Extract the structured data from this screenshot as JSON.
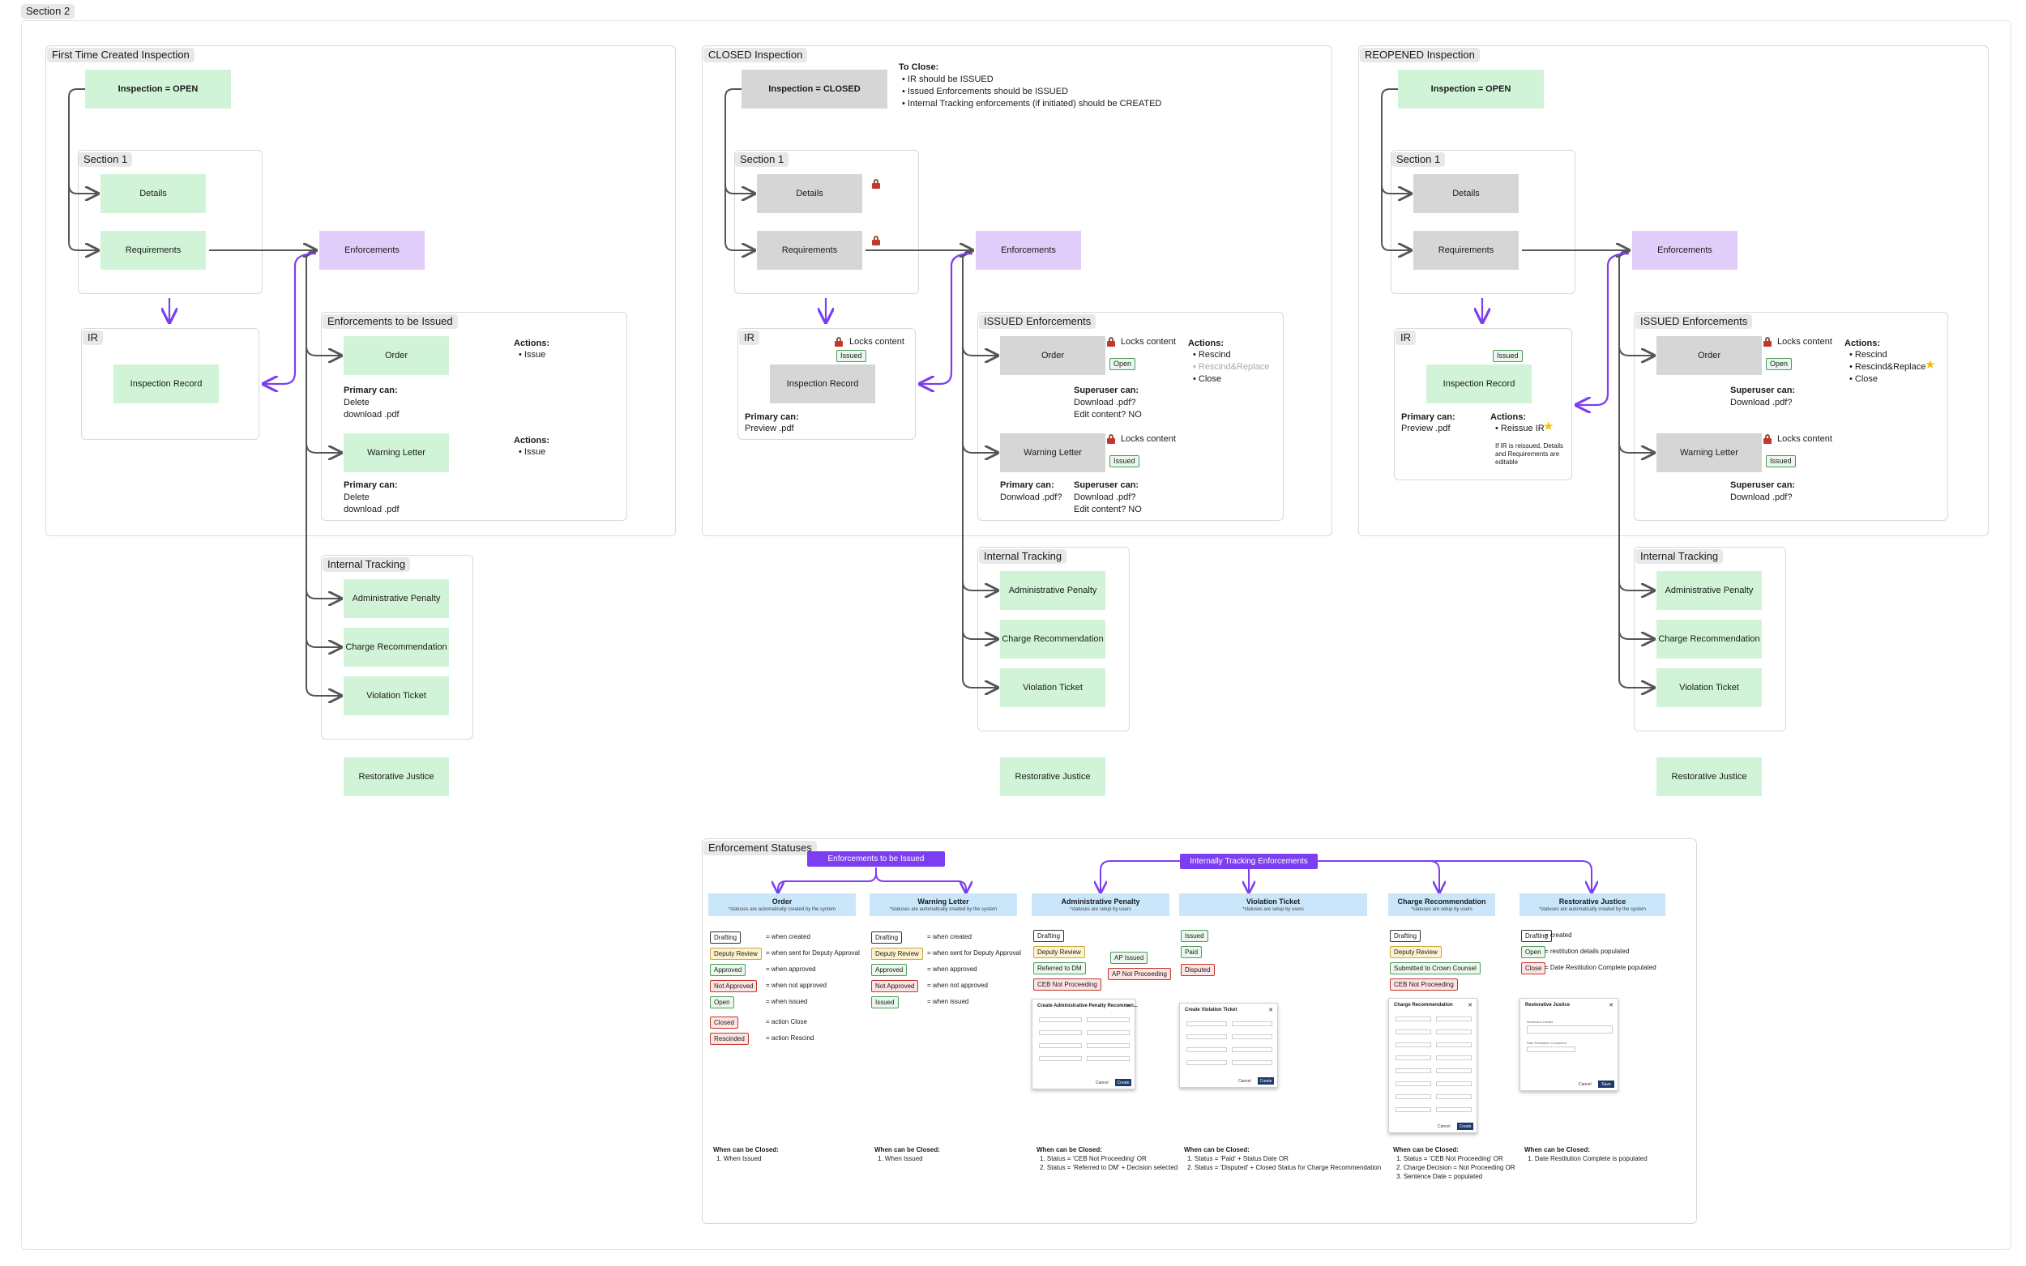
{
  "section_title": "Section 2",
  "columns": {
    "first": {
      "title": "First Time Created Inspection",
      "inspection_status": "Inspection = OPEN",
      "section1_label": "Section 1",
      "details": "Details",
      "requirements": "Requirements",
      "enforcements": "Enforcements",
      "ir_label": "IR",
      "inspection_record": "Inspection Record",
      "to_be_issued_label": "Enforcements to be Issued",
      "order": "Order",
      "order_actions_title": "Actions:",
      "order_actions": [
        "Issue"
      ],
      "order_primary_title": "Primary can:",
      "order_primary": [
        "Delete",
        "download .pdf"
      ],
      "warning": "Warning Letter",
      "warning_actions_title": "Actions:",
      "warning_actions": [
        "Issue"
      ],
      "warning_primary_title": "Primary can:",
      "warning_primary": [
        "Delete",
        "download .pdf"
      ],
      "internal_label": "Internal Tracking",
      "internal_items": [
        "Administrative Penalty",
        "Charge Recommendation",
        "Violation Ticket"
      ],
      "restorative": "Restorative Justice"
    },
    "closed": {
      "title": "CLOSED Inspection",
      "inspection_status": "Inspection = CLOSED",
      "to_close_title": "To Close:",
      "to_close": [
        "IR should be ISSUED",
        "Issued Enforcements should be ISSUED",
        "Internal Tracking enforcements (if initiated) should be CREATED"
      ],
      "section1_label": "Section 1",
      "details": "Details",
      "requirements": "Requirements",
      "enforcements": "Enforcements",
      "ir_label": "IR",
      "locks_content": "Locks content",
      "issued_badge": "Issued",
      "inspection_record": "Inspection Record",
      "ir_primary_title": "Primary can:",
      "ir_primary": "Preview .pdf",
      "issued_label": "ISSUED Enforcements",
      "order": "Order",
      "order_badge": "Open",
      "order_actions_title": "Actions:",
      "order_actions": [
        "Rescind",
        "Rescind&Replace",
        "Close"
      ],
      "order_super_title": "Superuser can:",
      "order_super": [
        "Download .pdf?",
        "Edit content? NO"
      ],
      "warning": "Warning Letter",
      "warning_badge": "Issued",
      "warning_primary_title": "Primary can:",
      "warning_primary": "Donwload .pdf?",
      "warning_super_title": "Superuser can:",
      "warning_super": [
        "Download .pdf?",
        "Edit content? NO"
      ],
      "internal_label": "Internal Tracking",
      "internal_items": [
        "Administrative Penalty",
        "Charge Recommendation",
        "Violation Ticket"
      ],
      "restorative": "Restorative Justice"
    },
    "reopened": {
      "title": "REOPENED Inspection",
      "inspection_status": "Inspection = OPEN",
      "section1_label": "Section 1",
      "details": "Details",
      "requirements": "Requirements",
      "enforcements": "Enforcements",
      "ir_label": "IR",
      "issued_badge": "Issued",
      "inspection_record": "Inspection Record",
      "ir_primary_title": "Primary can:",
      "ir_primary": "Preview .pdf",
      "ir_actions_title": "Actions:",
      "ir_actions": [
        "Reissue IR"
      ],
      "ir_note": [
        "If IR is reissued, Details",
        "and Requirements are",
        "editable"
      ],
      "issued_label": "ISSUED Enforcements",
      "locks_content": "Locks content",
      "order": "Order",
      "order_badge": "Open",
      "order_actions_title": "Actions:",
      "order_actions": [
        "Rescind",
        "Rescind&Replace",
        "Close"
      ],
      "order_super_title": "Superuser can:",
      "order_super": "Download .pdf?",
      "warning": "Warning Letter",
      "warning_badge": "Issued",
      "warning_super_title": "Superuser can:",
      "warning_super": "Download .pdf?",
      "internal_label": "Internal Tracking",
      "internal_items": [
        "Administrative Penalty",
        "Charge Recommendation",
        "Violation Ticket"
      ],
      "restorative": "Restorative Justice"
    }
  },
  "statuses": {
    "title": "Enforcement Statuses",
    "btn_to_be_issued": "Enforcements to be Issued",
    "btn_internal": "Internally Tracking Enforcements",
    "panels": [
      {
        "name": "Order",
        "sub": "*statuses are automatically created by the system",
        "rows": [
          {
            "label": "Drafting",
            "desc": "= when created",
            "style": "plain"
          },
          {
            "label": "Deputy Review",
            "desc": "= when sent for Deputy Approval",
            "style": "yellow"
          },
          {
            "label": "Approved",
            "desc": "= when approved",
            "style": "green"
          },
          {
            "label": "Not Approved",
            "desc": "= when not approved",
            "style": "red"
          },
          {
            "label": "Open",
            "desc": "= when issued",
            "style": "green"
          },
          {
            "label": "Closed",
            "desc": "= action Close",
            "style": "red"
          },
          {
            "label": "Rescinded",
            "desc": "= action Rescind",
            "style": "red"
          }
        ],
        "closed_title": "When can be Closed:",
        "closed_items": [
          "When Issued"
        ]
      },
      {
        "name": "Warning Letter",
        "sub": "*statuses are automatically created by the system",
        "rows": [
          {
            "label": "Drafting",
            "desc": "= when created",
            "style": "plain"
          },
          {
            "label": "Deputy Review",
            "desc": "= when sent for Deputy Approval",
            "style": "yellow"
          },
          {
            "label": "Approved",
            "desc": "= when approved",
            "style": "green"
          },
          {
            "label": "Not Approved",
            "desc": "= when not approved",
            "style": "red"
          },
          {
            "label": "Issued",
            "desc": "= when issued",
            "style": "green"
          }
        ],
        "closed_title": "When can be Closed:",
        "closed_items": [
          "When Issued"
        ]
      },
      {
        "name": "Administrative Penalty",
        "sub": "*statuses are setup by users",
        "rows": [
          {
            "label": "Drafting",
            "desc": "",
            "style": "plain"
          },
          {
            "label": "Deputy Review",
            "desc": "",
            "style": "yellow"
          },
          {
            "label": "Referred to DM",
            "desc": "",
            "style": "green"
          },
          {
            "label": "CEB Not Proceeding",
            "desc": "",
            "style": "red"
          }
        ],
        "extra": [
          {
            "label": "AP Issued",
            "style": "green"
          },
          {
            "label": "AP Not Proceeding",
            "style": "red"
          }
        ],
        "modal_title": "Create Administrative Penalty Recommen...",
        "closed_title": "When can be Closed:",
        "closed_items": [
          "Status = 'CEB Not Proceeding' OR",
          "Status = 'Referred to DM' + Decision selected"
        ]
      },
      {
        "name": "Violation Ticket",
        "sub": "*statuses are setup by users",
        "rows": [
          {
            "label": "Issued",
            "desc": "",
            "style": "green"
          },
          {
            "label": "Paid",
            "desc": "",
            "style": "green"
          },
          {
            "label": "Disputed",
            "desc": "",
            "style": "red"
          }
        ],
        "modal_title": "Create Violation Ticket",
        "closed_title": "When can be Closed:",
        "closed_items": [
          "Status = 'Paid' + Status Date OR",
          "Status = 'Disputed' + Closed Status for Charge Recommendation"
        ]
      },
      {
        "name": "Charge Recommendation",
        "sub": "*statuses are setup by users",
        "rows": [
          {
            "label": "Drafting",
            "desc": "",
            "style": "plain"
          },
          {
            "label": "Deputy Review",
            "desc": "",
            "style": "yellow"
          },
          {
            "label": "Submitted to Crown Counsel",
            "desc": "",
            "style": "green"
          },
          {
            "label": "CEB Not Proceeding",
            "desc": "",
            "style": "red"
          }
        ],
        "modal_title": "Charge Recommendation",
        "closed_title": "When can be Closed:",
        "closed_items": [
          "Status = 'CEB Not Proceeding' OR",
          "Charge Decision = Not Proceeding OR",
          "Sentence Date = populated"
        ]
      },
      {
        "name": "Restorative Justice",
        "sub": "*statuses are automatically created by the system",
        "rows": [
          {
            "label": "Drafting",
            "desc": "= created",
            "style": "plain"
          },
          {
            "label": "Open",
            "desc": "= restitution details populated",
            "style": "green"
          },
          {
            "label": "Close",
            "desc": "= Date Restitution Complete populated",
            "style": "red"
          }
        ],
        "modal_title": "Restorative Justice",
        "modal_fields": [
          "Restitution Details",
          "Date Restitution Completed"
        ],
        "closed_title": "When can be Closed:",
        "closed_items": [
          "Date Restitution Complete is populated"
        ]
      }
    ],
    "modal_cancel": "Cancel",
    "modal_create": "Create",
    "modal_save": "Save"
  },
  "colors": {
    "green_box": "#d1f4d8",
    "grey_box": "#d6d6d6",
    "purple_box": "#e0cdfa",
    "arrow_purple": "#7c3ef0",
    "arrow_grey": "#555555",
    "header_blue": "#c9e6fb"
  }
}
